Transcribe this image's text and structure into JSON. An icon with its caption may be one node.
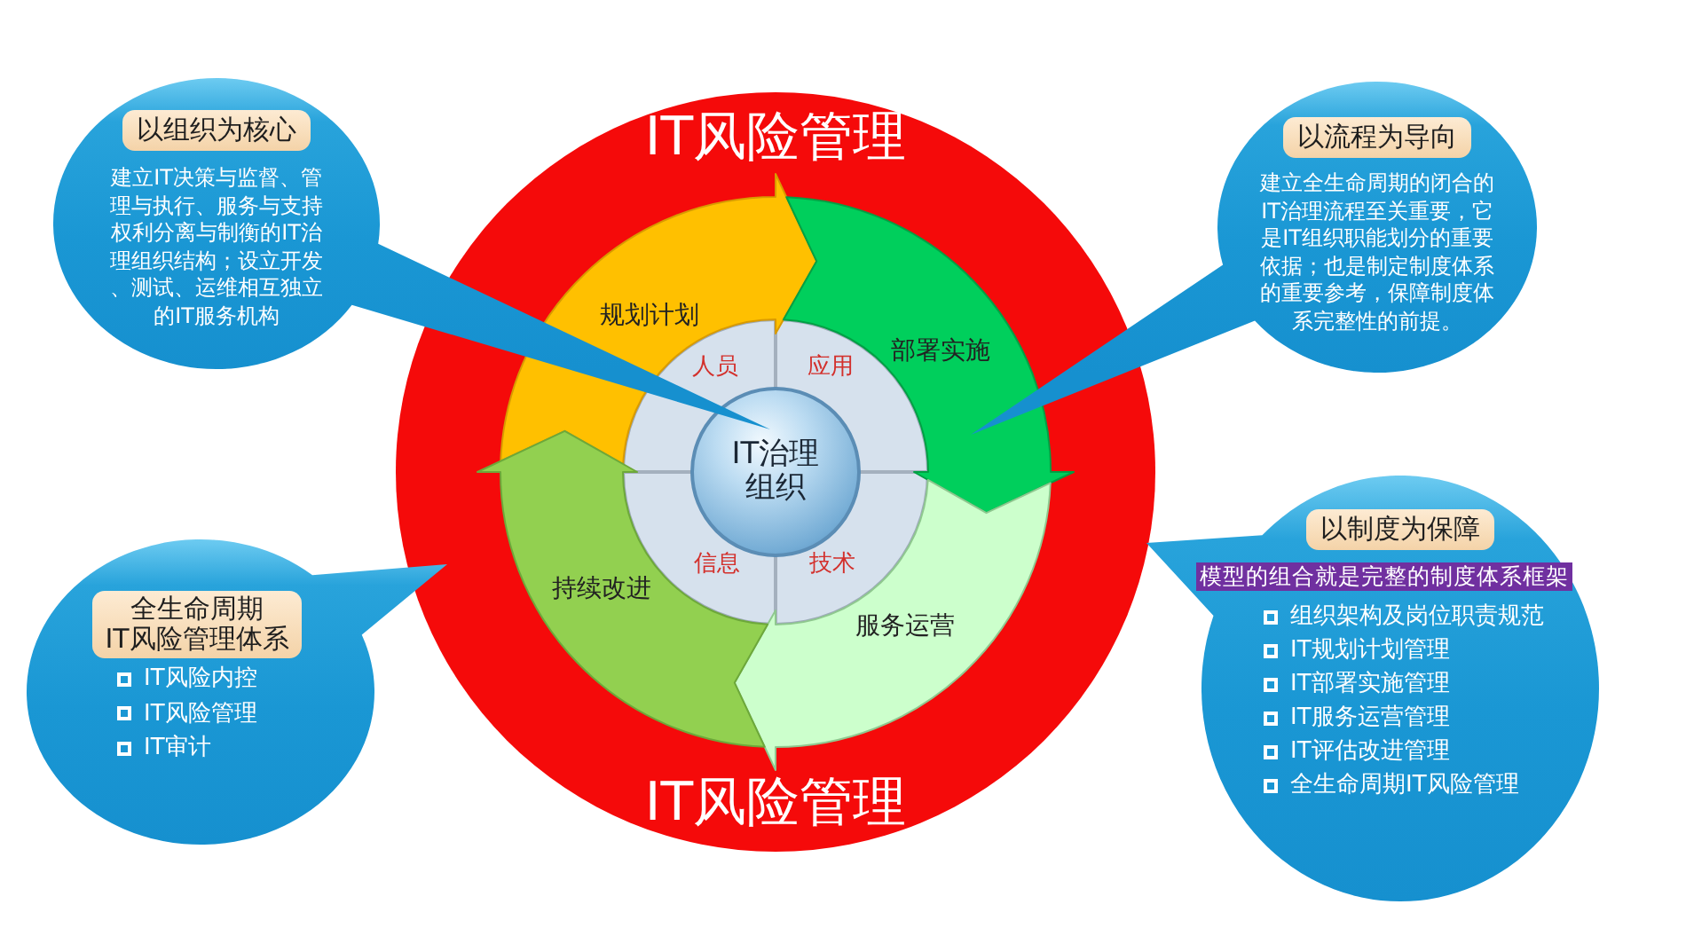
{
  "diagram": {
    "nodes": [
      {
        "text": [
          "建立IT决策与监督、管理与执行、服务与支持权利分离与制衡的IT治理组织结构；设立开发、测试、运维相互独立的IT服务机构"
        ]
      },
      {
        "text": [
          "以组织为核心"
        ],
        "in": 0
      },
      {
        "text": [
          "建立全生命周期的闭合的IT治理流程至关重要，它是IT组织职能划分的重要依据；也是制定制度体系的重要参考，保障制度体系完整性的前提。"
        ]
      },
      {
        "text": [
          "以流程为导向"
        ],
        "in": 2
      },
      {
        "text": [
          "IT风险管理",
          "IT风险管理"
        ]
      },
      {
        "text": [
          "规划计划"
        ],
        "in": 4
      },
      {
        "text": [
          "部署实施"
        ],
        "in": 4
      },
      {
        "text": [
          "服务运营"
        ],
        "in": 4
      },
      {
        "text": [
          "持续改进"
        ],
        "in": 4
      },
      {
        "text": [
          "人员",
          "应用",
          "信息",
          "技术"
        ],
        "in": 4
      },
      {
        "text": [
          "IT治理组织"
        ],
        "in": 9
      },
      {
        "text": [
          "IT风险内控",
          "IT风险管理",
          "IT审计"
        ]
      },
      {
        "text": [
          "全生命周期IT风险管理体系"
        ],
        "in": 11
      },
      {
        "text": [
          "模型的组合就是完整的制度体系框架",
          "组织架构及岗位职责规范",
          "IT规划计划管理",
          "IT部署实施管理",
          "IT服务运营管理",
          "IT评估改进管理",
          "全生命周期IT风险管理"
        ]
      },
      {
        "text": [
          "以制度为保障"
        ],
        "in": 13
      }
    ]
  }
}
